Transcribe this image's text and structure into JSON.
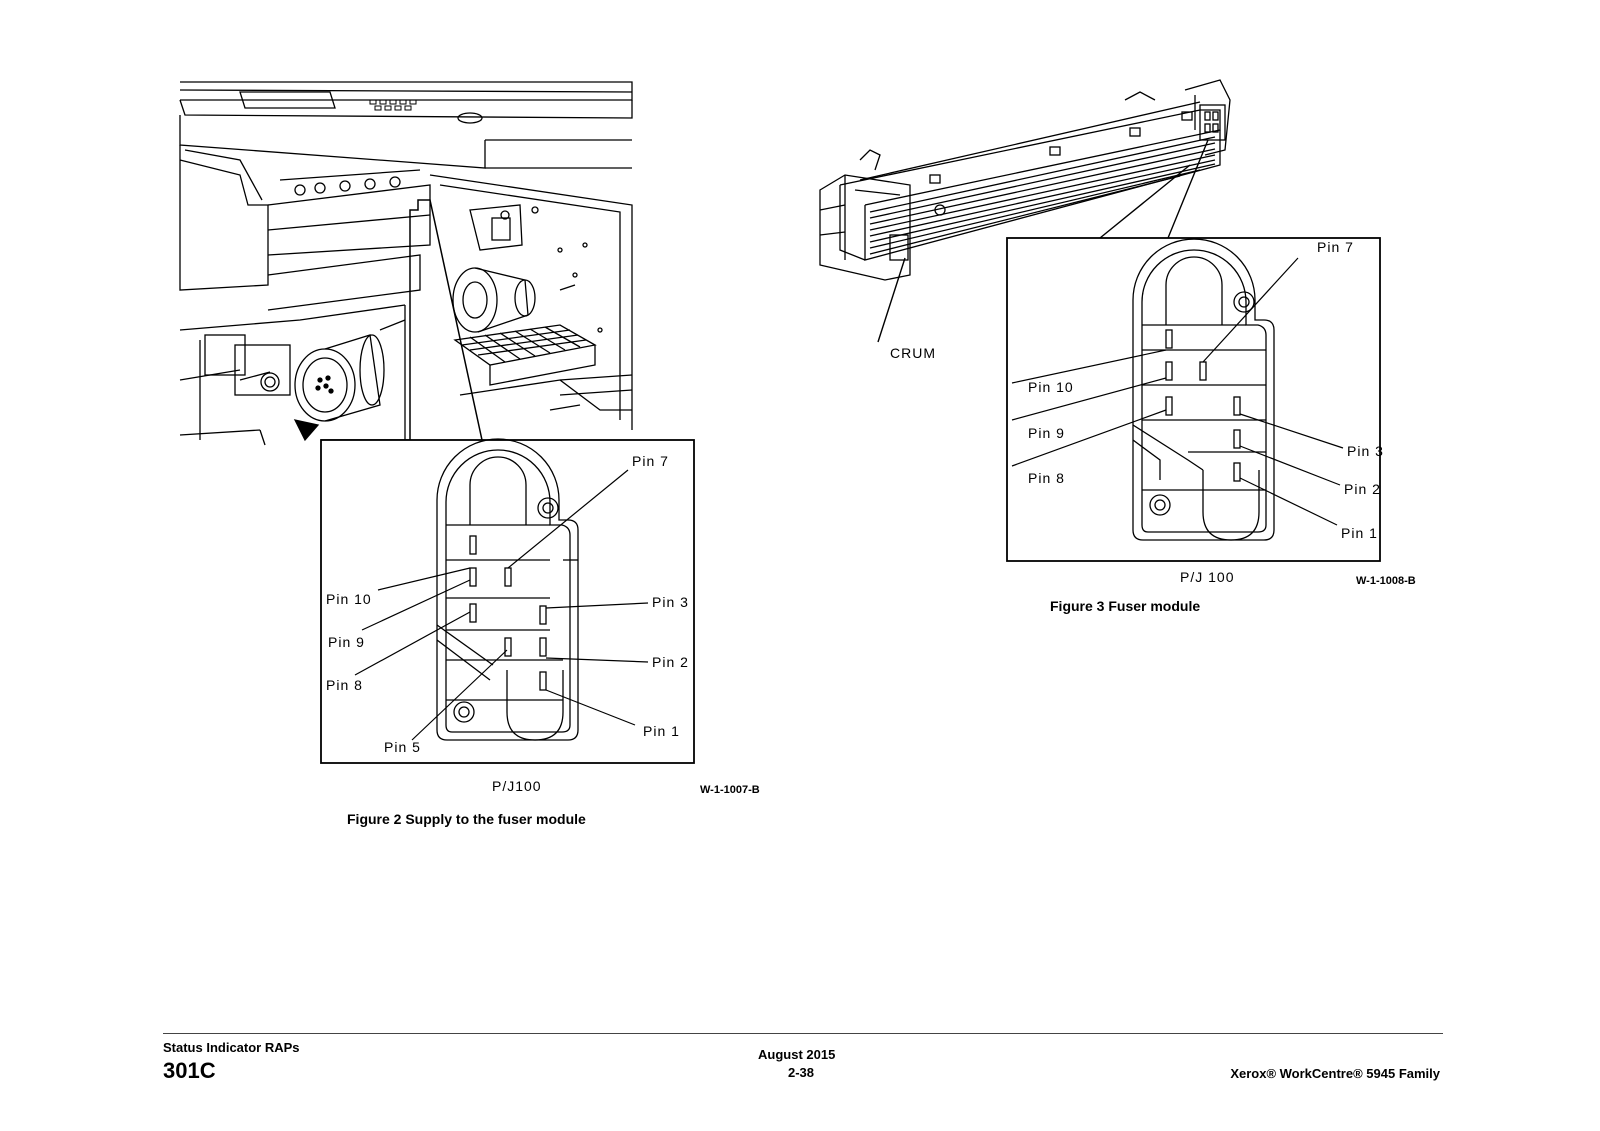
{
  "figure2": {
    "caption": "Figure 2 Supply to the fuser module",
    "pins": [
      "Pin 7",
      "Pin 10",
      "Pin 9",
      "Pin 8",
      "Pin 5",
      "Pin 3",
      "Pin 2",
      "Pin 1"
    ],
    "connector": "P/J100",
    "code": "W-1-1007-B"
  },
  "figure3": {
    "caption": "Figure 3 Fuser module",
    "crum": "CRUM",
    "pins": [
      "Pin 7",
      "Pin 10",
      "Pin 9",
      "Pin 8",
      "Pin 3",
      "Pin 2",
      "Pin 1"
    ],
    "connector": "P/J 100",
    "code": "W-1-1008-B"
  },
  "footer": {
    "section": "Status Indicator RAPs",
    "code": "301C",
    "date": "August 2015",
    "page": "2-38",
    "product": "Xerox® WorkCentre® 5945 Family"
  }
}
